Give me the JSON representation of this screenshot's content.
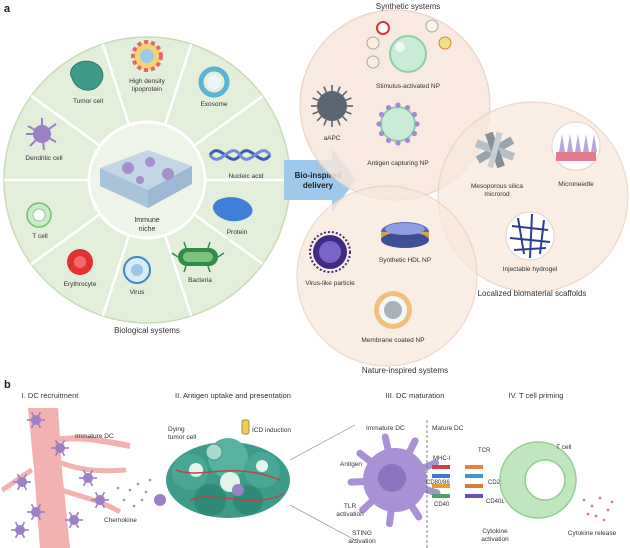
{
  "panel_a": {
    "letter": "a",
    "biological": {
      "title": "Biological systems",
      "center_label_line1": "Immune",
      "center_label_line2": "niche",
      "segments": [
        {
          "id": "tumor_cell",
          "label_line1": "Tumor cell",
          "label_line2": ""
        },
        {
          "id": "hdl",
          "label_line1": "High density",
          "label_line2": "lipoprotein"
        },
        {
          "id": "exosome",
          "label_line1": "Exosome",
          "label_line2": ""
        },
        {
          "id": "nucleic_acid",
          "label_line1": "Nucleic acid",
          "label_line2": ""
        },
        {
          "id": "protein",
          "label_line1": "Protein",
          "label_line2": ""
        },
        {
          "id": "bacteria",
          "label_line1": "Bacteria",
          "label_line2": ""
        },
        {
          "id": "virus",
          "label_line1": "Virus",
          "label_line2": ""
        },
        {
          "id": "erythrocyte",
          "label_line1": "Erythrocyte",
          "label_line2": ""
        },
        {
          "id": "t_cell",
          "label_line1": "T cell",
          "label_line2": ""
        },
        {
          "id": "dendritic_cell",
          "label_line1": "Dendritic cell",
          "label_line2": ""
        }
      ]
    },
    "arrow_label_line1": "Bio-inspired",
    "arrow_label_line2": "delivery",
    "synthetic": {
      "title": "Synthetic systems",
      "items": {
        "stimulus_np": "Stimulus-activated NP",
        "aapc": "aAPC",
        "antigen_np": "Antigen capturing NP"
      }
    },
    "localized": {
      "title": "Localized biomaterial scaffolds",
      "items": {
        "msr_line1": "Mesoporous silica",
        "msr_line2": "microrod",
        "microneedle": "Microneedle",
        "hydrogel": "Injectable hydrogel"
      }
    },
    "nature": {
      "title": "Nature-inspired systems",
      "items": {
        "vlp": "Virus-like particle",
        "hdl_np": "Synthetic HDL NP",
        "membrane_np": "Membrane coated NP"
      }
    }
  },
  "panel_b": {
    "letter": "b",
    "stages": [
      {
        "id": "recruit",
        "label": "I. DC recruitment"
      },
      {
        "id": "uptake",
        "label": "II. Antigen uptake and  presentation"
      },
      {
        "id": "maturation",
        "label": "III. DC maturation"
      },
      {
        "id": "priming",
        "label": "IV. T cell priming"
      }
    ],
    "labels": {
      "immature_dc": "Immature DC",
      "chemokine": "Chemokine",
      "dying_tumor_line1": "Dying",
      "dying_tumor_line2": "tumor cell",
      "icd": "ICD induction",
      "immature_dc_2": "Immature DC",
      "mature_dc": "Mature DC",
      "antigen": "Antigen",
      "mhc": "MHC-I",
      "tcr": "TCR",
      "cd80": "CD80/86",
      "cd40": "CD40",
      "cd28": "CD28",
      "cd40l": "CD40L",
      "tlr_line1": "TLR",
      "tlr_line2": "activation",
      "sting_line1": "STING",
      "sting_line2": "activation",
      "t_cell": "T cell",
      "cytokine_release": "Cytokine release",
      "cytokine_activation_line1": "Cytokine",
      "cytokine_activation_line2": "activation"
    }
  },
  "colors": {
    "wheel_fill": "#e4efdb",
    "wheel_stroke": "#c8dcb8",
    "circle_fill": "#f8e7dc",
    "circle_stroke": "#e8cdbd",
    "arrow": "#9ec9ea",
    "tumor": "#3e9b8a",
    "dc_purple": "#9a80c4",
    "tcell_green": "#bfe6bf",
    "vessel": "#f0a8a8"
  }
}
